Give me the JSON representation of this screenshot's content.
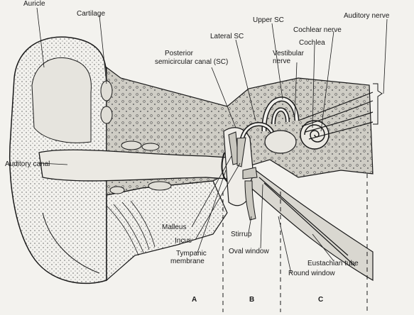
{
  "figure": {
    "labels": {
      "auricle": "Auricle",
      "cartilage": "Cartilage",
      "upper_sc": "Upper SC",
      "auditory_nerve": "Auditory nerve",
      "lateral_sc": "Lateral SC",
      "cochlear_nerve": "Cochlear nerve",
      "cochlea": "Cochlea",
      "posterior_sc_line1": "Posterior",
      "posterior_sc_line2": "semicircular canal (SC)",
      "vestibular_line1": "Vestibular",
      "vestibular_line2": "nerve",
      "auditory_canal": "Auditory canal",
      "malleus": "Malleus",
      "incus": "Incus",
      "tympanic_line1": "Tympanic",
      "tympanic_line2": "membrane",
      "stirrup": "Stirrup",
      "oval_window": "Oval window",
      "eustachian_tube": "Eustachian tube",
      "round_window": "Round window"
    },
    "sections": [
      "A",
      "B",
      "C"
    ]
  },
  "colors": {
    "ink": "#1a1a1a",
    "paper": "#f3f2ee",
    "tissue": "#d9d7d0",
    "bone": "#c6c4bc"
  }
}
